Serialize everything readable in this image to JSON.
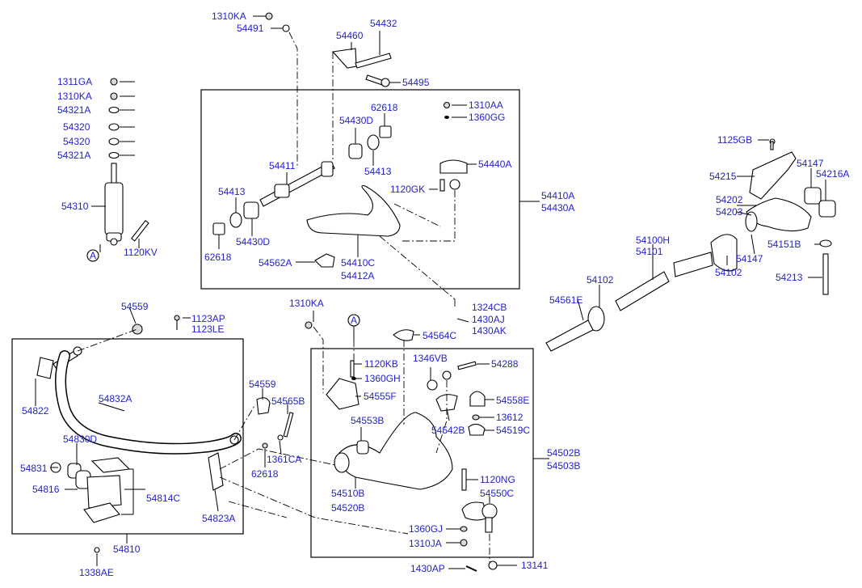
{
  "diagram": {
    "labels": [
      "1310KA",
      "54491",
      "54460",
      "54432",
      "54495",
      "1311GA",
      "1310KA",
      "54321A",
      "54320",
      "54320",
      "54321A",
      "54310",
      "1120KV",
      "A",
      "62618",
      "54430D",
      "54413",
      "54411",
      "54413",
      "54430D",
      "62618",
      "54562A",
      "54410C",
      "54412A",
      "1310AA",
      "1360GG",
      "54440A",
      "1120GK",
      "54410A",
      "54430A",
      "1125GB",
      "54215",
      "54147",
      "54216A",
      "54202",
      "54203",
      "54100H",
      "54101",
      "54151B",
      "54147",
      "54102",
      "54213",
      "54102",
      "54561E",
      "54559",
      "1123AP",
      "1123LE",
      "54822",
      "54832A",
      "54830D",
      "54831",
      "54816",
      "54814C",
      "54810",
      "1338AE",
      "54559",
      "54565B",
      "1361CA",
      "62618",
      "54823A",
      "1310KA",
      "A",
      "1324CB",
      "1430AJ",
      "1430AK",
      "54564C",
      "1120KB",
      "1360GH",
      "54555F",
      "1346VB",
      "54288",
      "54558E",
      "13612",
      "54519C",
      "54553B",
      "54542B",
      "54502B",
      "54503B",
      "54510B",
      "54520B",
      "1120NG",
      "54550C",
      "1360GJ",
      "1310JA",
      "1430AP",
      "13141"
    ]
  }
}
